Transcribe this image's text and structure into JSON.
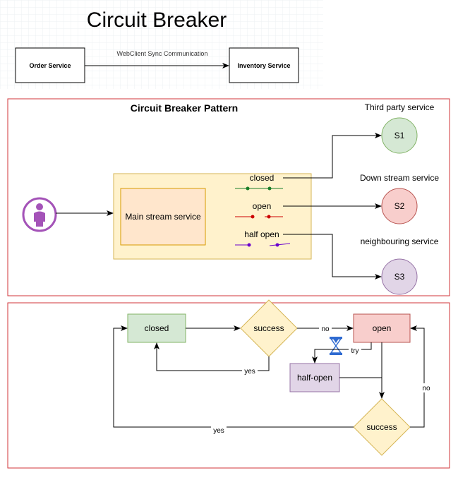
{
  "title": "Circuit Breaker",
  "top": {
    "source": "Order Service",
    "target": "Inventory Service",
    "edge_label": "WebClient Sync Communication"
  },
  "pattern": {
    "title": "Circuit Breaker Pattern",
    "main_service": "Main stream service",
    "states": {
      "closed": "closed",
      "open": "open",
      "half_open": "half open"
    },
    "services": {
      "s1": {
        "label": "S1",
        "caption": "Third party service"
      },
      "s2": {
        "label": "S2",
        "caption": "Down stream service"
      },
      "s3": {
        "label": "S3",
        "caption": "neighbouring service"
      }
    }
  },
  "flow": {
    "closed": "closed",
    "success_1": "success",
    "open": "open",
    "half_open": "half-open",
    "success_2": "success",
    "labels": {
      "no_1": "no",
      "yes_1": "yes",
      "try": "try",
      "no_2": "no",
      "yes_2": "yes"
    }
  },
  "colors": {
    "panel_border": "#d0343a",
    "s1_fill": "#d5e8d4",
    "s1_stroke": "#82b366",
    "s2_fill": "#f8cecc",
    "s2_stroke": "#b85450",
    "s3_fill": "#e1d5e7",
    "s3_stroke": "#9673a6",
    "container_fill": "#fff2cc",
    "container_stroke": "#d6b656",
    "main_fill": "#ffe6cc",
    "main_stroke": "#d79b00",
    "closed_line": "#1a7f2a",
    "open_line": "#cc0000",
    "halfopen_line": "#6a00cc",
    "person_fill": "#a453b8"
  },
  "icons": [
    "person-icon",
    "hourglass-icon"
  ]
}
